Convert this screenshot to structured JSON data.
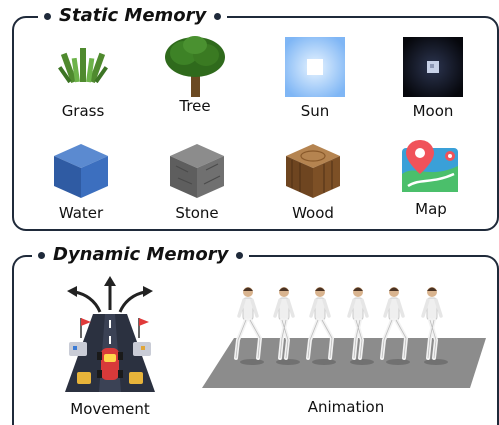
{
  "static_memory": {
    "title": "Static Memory",
    "items": [
      {
        "label": "Grass",
        "icon": "grass-icon"
      },
      {
        "label": "Tree",
        "icon": "tree-icon"
      },
      {
        "label": "Sun",
        "icon": "sun-icon"
      },
      {
        "label": "Moon",
        "icon": "moon-icon"
      },
      {
        "label": "Water",
        "icon": "water-icon"
      },
      {
        "label": "Stone",
        "icon": "stone-icon"
      },
      {
        "label": "Wood",
        "icon": "wood-icon"
      },
      {
        "label": "Map",
        "icon": "map-icon"
      }
    ]
  },
  "dynamic_memory": {
    "title": "Dynamic Memory",
    "items": [
      {
        "label": "Movement",
        "icon": "movement-icon"
      },
      {
        "label": "Animation",
        "icon": "animation-icon"
      }
    ]
  },
  "colors": {
    "border": "#1f2a3a",
    "grass": "#5f9a3a",
    "water": "#3a6fb8",
    "sun": "#9ec9ff",
    "moon": "#0b0d14",
    "stone": "#6f6f6f",
    "wood": "#8a5a2b",
    "floor": "#8c8c8c"
  }
}
